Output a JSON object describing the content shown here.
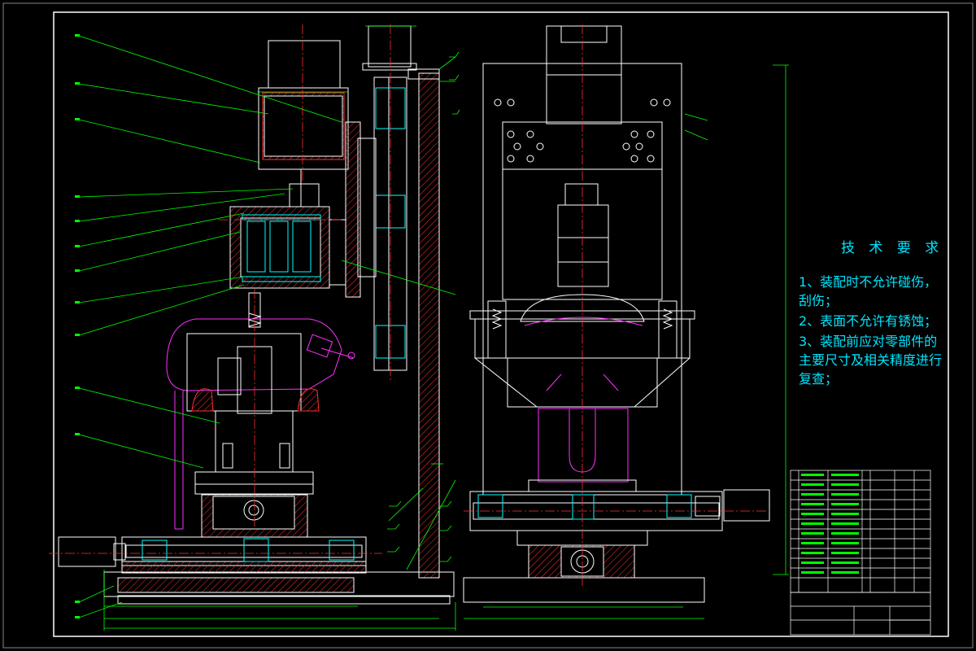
{
  "drawing": {
    "technical_requirements": {
      "title": "技 术 要 求",
      "items": [
        "1、装配时不允许碰伤，刮伤；",
        "2、表面不允许有锈蚀；",
        "3、装配前应对零部件的主要尺寸及相关精度进行复查；"
      ]
    }
  },
  "colors": {
    "background": "#000000",
    "frame": "#ffffff",
    "part_outline": "#ffffff",
    "leader_lines": "#00ff00",
    "center_lines": "#ff3030",
    "hatching": "#ff3030",
    "highlight_part": "#ff30ff",
    "accent_part": "#00ffff",
    "notes_text": "#00e5ff",
    "dimensions": "#00ff00"
  }
}
